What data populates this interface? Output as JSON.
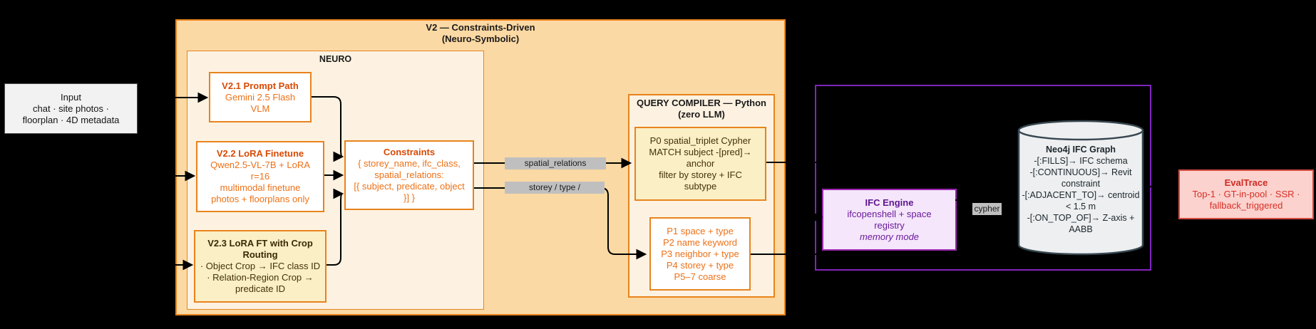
{
  "input": {
    "title": "Input",
    "line1": "chat · site photos ·",
    "line2": "floorplan · 4D metadata"
  },
  "v2": {
    "title_line1": "V2 — Constraints-Driven",
    "title_line2": "(Neuro-Symbolic)"
  },
  "neuro": {
    "label": "NEURO"
  },
  "v21": {
    "title": "V2.1 Prompt Path",
    "lines": [
      "Gemini 2.5 Flash",
      "VLM"
    ]
  },
  "v22": {
    "title": "V2.2 LoRA Finetune",
    "lines": [
      "Qwen2.5-VL-7B + LoRA",
      "r=16",
      "multimodal finetune",
      "photos + floorplans only"
    ]
  },
  "v23": {
    "title_line1": "V2.3 LoRA FT with Crop",
    "title_line2": "Routing",
    "lines": [
      "· Object Crop → IFC class ID",
      "· Relation-Region Crop →",
      "predicate ID"
    ]
  },
  "constraints": {
    "title": "Constraints",
    "lines": [
      "{ storey_name, ifc_class,",
      "spatial_relations:",
      "[{ subject, predicate, object",
      "}] }"
    ]
  },
  "edge_labels": {
    "spatial_relations": "spatial_relations",
    "storey_type": "storey / type /",
    "cypher": "cypher"
  },
  "query_compiler": {
    "title_line1": "QUERY COMPILER — Python",
    "title_line2": "(zero LLM)"
  },
  "p0": {
    "lines": [
      "P0 spatial_triplet Cypher",
      "MATCH subject -[pred]→",
      "anchor",
      "filter by storey + IFC",
      "subtype"
    ]
  },
  "p1": {
    "lines": [
      "P1 space + type",
      "P2 name keyword",
      "P3 neighbor + type",
      "P4 storey + type",
      "P5–7 coarse"
    ]
  },
  "ifc_engine": {
    "title": "IFC Engine",
    "line1": "ifcopenshell + space",
    "line2": "registry",
    "line3": "memory mode"
  },
  "neo4j": {
    "title": "Neo4j IFC Graph",
    "lines": [
      "-[:FILLS]→ IFC schema",
      "-[:CONTINUOUS]→ Revit",
      "constraint",
      "-[:ADJACENT_TO]→ centroid",
      "< 1.5 m",
      "-[:ON_TOP_OF]→ Z-axis +",
      "AABB"
    ]
  },
  "evaltrace": {
    "title": "EvalTrace",
    "line1": "Top-1 · GT-in-pool · SSR ·",
    "line2": "fallback_triggered"
  },
  "colors": {
    "background": "#000000",
    "orange_border": "#E8831D",
    "orange_container_fill": "#FBD9A4",
    "cream_fill": "#FDF2E1",
    "yellow_fill": "#FBEFC5",
    "orange_title_text": "#D84A05",
    "orange_body_text": "#ED7117",
    "dark_brown_text": "#44320A",
    "purple_container_border": "#8125BE",
    "purple_box_border": "#9C27B0",
    "purple_fill": "#F5E6FB",
    "purple_text": "#6A1B9A",
    "gray_badge": "#BFBFBF",
    "cylinder_fill": "#EDEFF1",
    "cylinder_border": "#37474F",
    "red_border": "#D74B3F",
    "red_fill": "#FBD2CE",
    "red_text": "#D92F27",
    "input_fill": "#F2F2F2",
    "edge_color": "#000000"
  }
}
